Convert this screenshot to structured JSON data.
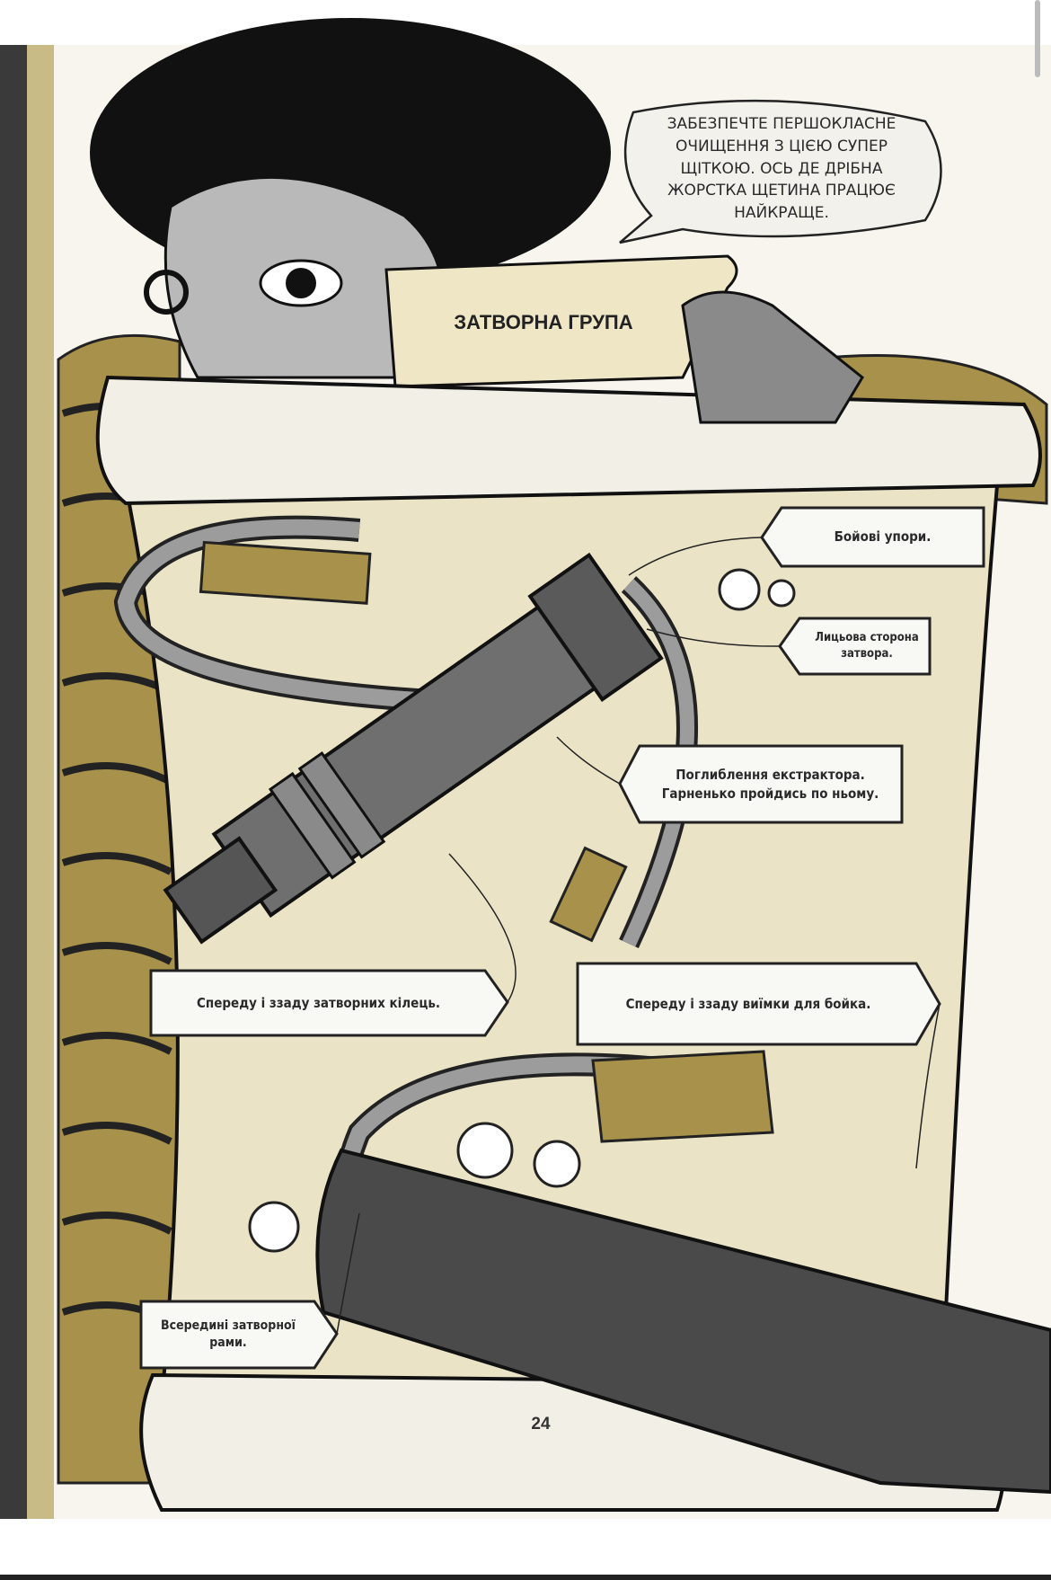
{
  "speech_bubble": {
    "text": "ЗАБЕЗПЕЧТЕ ПЕРШОКЛАСНЕ\nОЧИЩЕННЯ З ЦІЄЮ СУПЕР\nЩІТКОЮ. ОСЬ ДЕ ДРІБНА\nЖОРСТКА ЩЕТИНА ПРАЦЮЄ\nНАЙКРАЩЕ."
  },
  "scroll_title": "ЗАТВОРНА ГРУПА",
  "tags": [
    {
      "text": "Бойові упори."
    },
    {
      "text": "Лицьова сторона затвора."
    },
    {
      "text": "Поглиблення екстрактора. Гарненько пройдись по ньому."
    },
    {
      "text": "Спереду і ззаду затворних кілець."
    },
    {
      "text": "Спереду і ззаду виїмки для бойка."
    },
    {
      "text": "Всередині затворної рами."
    }
  ],
  "page_number": "24",
  "colors": {
    "paper": "#ebe3c5",
    "ochre": "#a8914a",
    "gray": "#6f6f6f",
    "dark": "#4a4a4a"
  }
}
